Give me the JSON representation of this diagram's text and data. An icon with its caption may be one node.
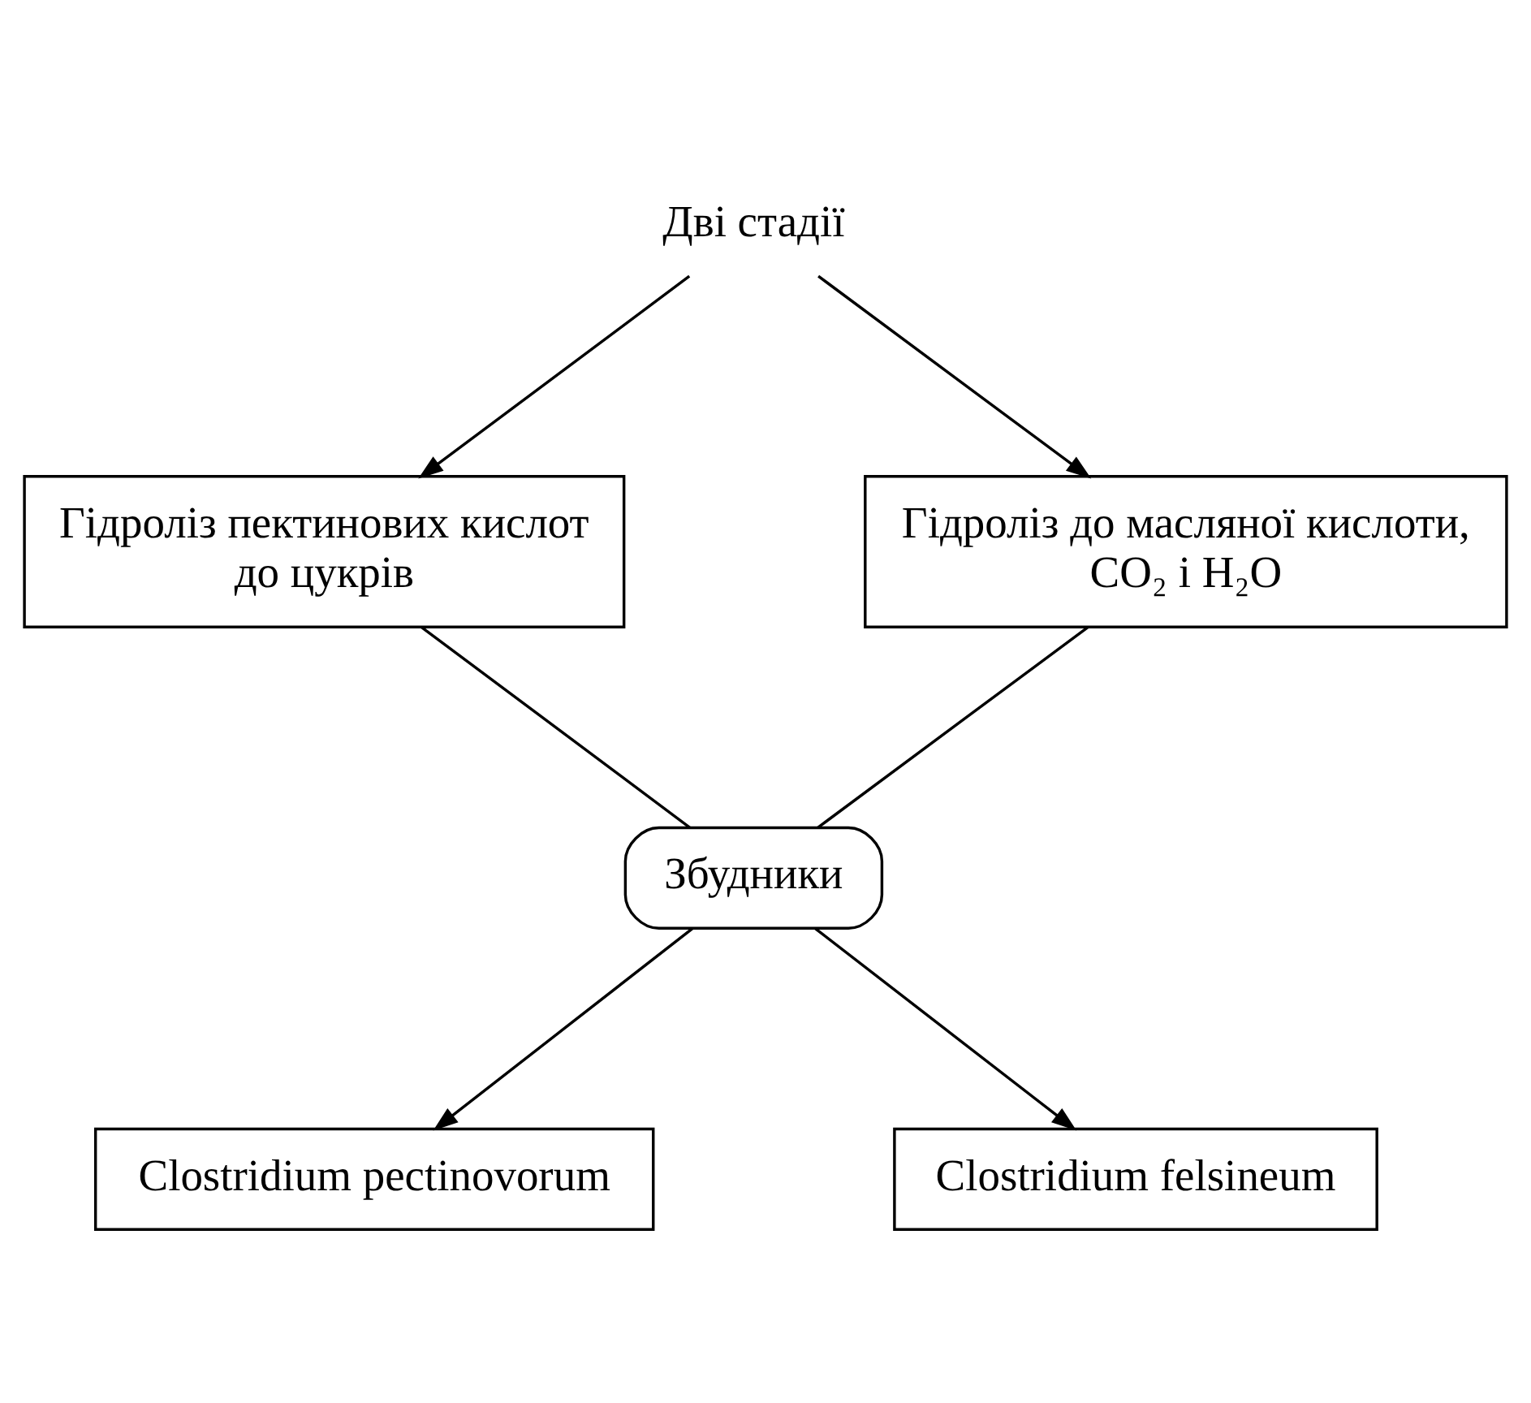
{
  "diagram": {
    "nodes": [
      {
        "text": [
          "Дві стадії"
        ]
      },
      {
        "text": [
          "Гідроліз пектинових кислот до цукрів"
        ]
      },
      {
        "text": [
          "Гідроліз до масляної кислоти, CO₂ і H₂O"
        ]
      },
      {
        "text": [
          "Збудники"
        ]
      },
      {
        "text": [
          "Clostridium pectinovorum"
        ]
      },
      {
        "text": [
          "Clostridium felsineum"
        ]
      }
    ],
    "edges": [
      {
        "from": 0,
        "to": 1,
        "arrow": "to"
      },
      {
        "from": 0,
        "to": 2,
        "arrow": "to"
      },
      {
        "from": 1,
        "to": 3,
        "arrow": "none"
      },
      {
        "from": 2,
        "to": 3,
        "arrow": "none"
      },
      {
        "from": 3,
        "to": 4,
        "arrow": "to"
      },
      {
        "from": 3,
        "to": 5,
        "arrow": "to"
      }
    ]
  }
}
